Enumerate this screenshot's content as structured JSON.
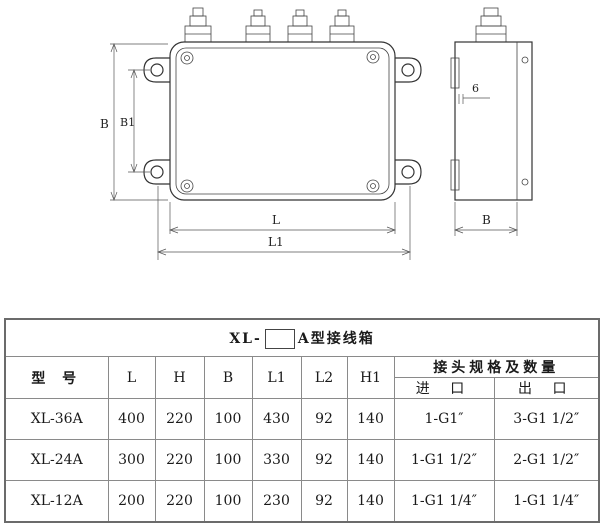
{
  "drawing": {
    "front_labels": {
      "L": "L",
      "L1": "L1",
      "B": "B",
      "B1": "B1"
    },
    "side_labels": {
      "six": "6",
      "B": "B"
    }
  },
  "table": {
    "title_prefix": "XL-",
    "title_suffix": "A型接线箱",
    "headers": {
      "model": "型  号",
      "L": "L",
      "H": "H",
      "B": "B",
      "L1": "L1",
      "L2": "L2",
      "H1": "H1",
      "connector_group": "接头规格及数量",
      "inlet": "进  口",
      "outlet": "出  口"
    },
    "rows": [
      {
        "model": "XL-36A",
        "L": "400",
        "H": "220",
        "B": "100",
        "L1": "430",
        "L2": "92",
        "H1": "140",
        "inlet": "1-G1″",
        "outlet": "3-G1 1/2″"
      },
      {
        "model": "XL-24A",
        "L": "300",
        "H": "220",
        "B": "100",
        "L1": "330",
        "L2": "92",
        "H1": "140",
        "inlet": "1-G1 1/2″",
        "outlet": "2-G1 1/2″"
      },
      {
        "model": "XL-12A",
        "L": "200",
        "H": "220",
        "B": "100",
        "L1": "230",
        "L2": "92",
        "H1": "140",
        "inlet": "1-G1 1/4″",
        "outlet": "1-G1 1/4″"
      }
    ]
  }
}
